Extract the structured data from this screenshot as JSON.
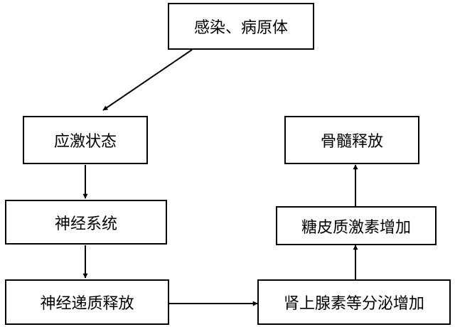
{
  "diagram": {
    "nodes": {
      "infection": "感染、病原体",
      "stress": "应激状态",
      "nervous": "神经系统",
      "neurotransmitter": "神经递质释放",
      "adrenal": "肾上腺素等分泌增加",
      "glucocorticoid": "糖皮质激素增加",
      "bone_marrow": "骨髓释放"
    },
    "edges": [
      [
        "infection",
        "stress"
      ],
      [
        "stress",
        "nervous"
      ],
      [
        "nervous",
        "neurotransmitter"
      ],
      [
        "neurotransmitter",
        "adrenal"
      ],
      [
        "adrenal",
        "glucocorticoid"
      ],
      [
        "glucocorticoid",
        "bone_marrow"
      ]
    ]
  }
}
